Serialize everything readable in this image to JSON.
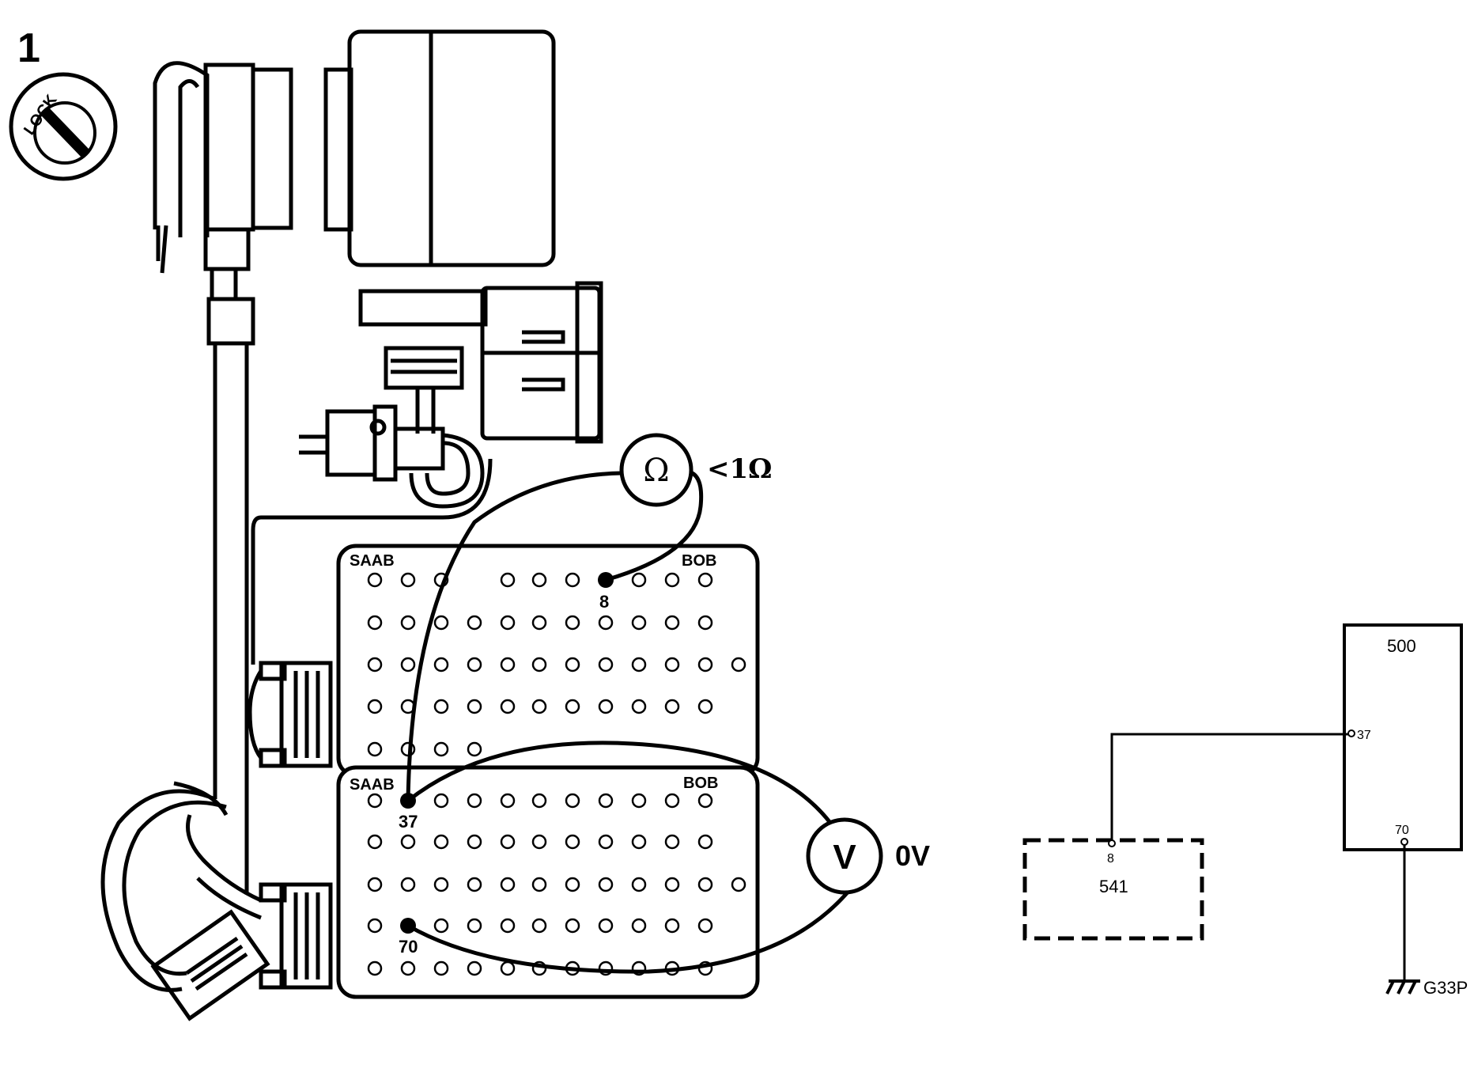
{
  "figure_number": "1",
  "ignition": {
    "label": "LOCK"
  },
  "breakout_boxes": [
    {
      "brand": "SAAB",
      "name": "BOB"
    },
    {
      "brand": "SAAB",
      "name": "BOB"
    }
  ],
  "pins": {
    "p8": "8",
    "p37": "37",
    "p70": "70"
  },
  "ohmmeter": {
    "symbol": "Ω",
    "reading": "<1Ω"
  },
  "voltmeter": {
    "symbol": "V",
    "reading": "0V"
  },
  "schematic": {
    "unit_500": {
      "label": "500",
      "pin_a": "37",
      "pin_b": "70"
    },
    "unit_541": {
      "label": "541",
      "pin": "8"
    },
    "ground": {
      "label": "G33P"
    }
  }
}
